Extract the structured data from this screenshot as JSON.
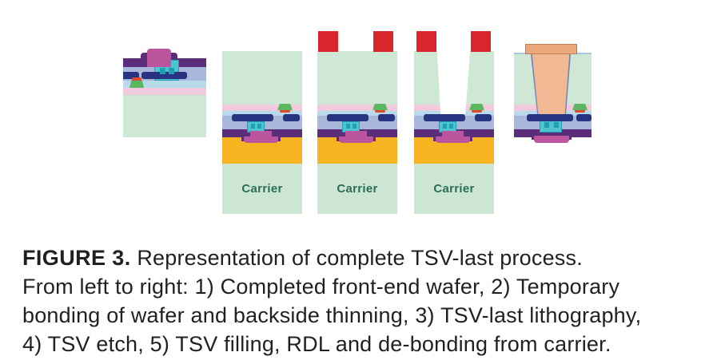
{
  "figure": {
    "caption": {
      "label": "FIGURE 3.",
      "line1": "Representation of complete TSV-last process.",
      "line2": "From left to right: 1) Completed front-end wafer, 2) Temporary",
      "line3": "bonding of wafer and backside thinning, 3) TSV-last lithography,",
      "line4": "4) TSV etch, 5) TSV filling, RDL and de-bonding from carrier."
    },
    "panels": [
      {
        "step": "1",
        "name": "Completed front-end wafer"
      },
      {
        "step": "2",
        "name": "Temporary bonding of wafer and backside thinning",
        "carrier_label": "Carrier"
      },
      {
        "step": "3",
        "name": "TSV-last lithography",
        "carrier_label": "Carrier"
      },
      {
        "step": "4",
        "name": "TSV etch",
        "carrier_label": "Carrier"
      },
      {
        "step": "5",
        "name": "TSV filling, RDL and de-bonding from carrier"
      }
    ]
  },
  "palette": {
    "background": "#ffffff",
    "substrate_green": "#cfe8d6",
    "carrier_green": "#cde6d4",
    "carrier_text": "#2b6e58",
    "resist_red": "#d8262c",
    "adhesive_orange": "#f6b421",
    "pink_layer": "#f2cade",
    "lightblue_layer": "#b7dbea",
    "lavender_layer": "#a9b7da",
    "metal_navy": "#283381",
    "teal_light": "#4fc3cf",
    "teal_dark": "#1f9fb0",
    "passivation_purple": "#5c2d78",
    "pad_magenta": "#bb559e",
    "device_green": "#5bb75f",
    "device_red": "#dd4a2c",
    "tsv_copper": "#f0b993",
    "tsv_liner": "#7282b8",
    "rdl_cap": "#eba87c",
    "rdl_cap_border": "#bf7f4e",
    "backside_line": "#a9c6dc",
    "caption_text": "#231f20"
  }
}
